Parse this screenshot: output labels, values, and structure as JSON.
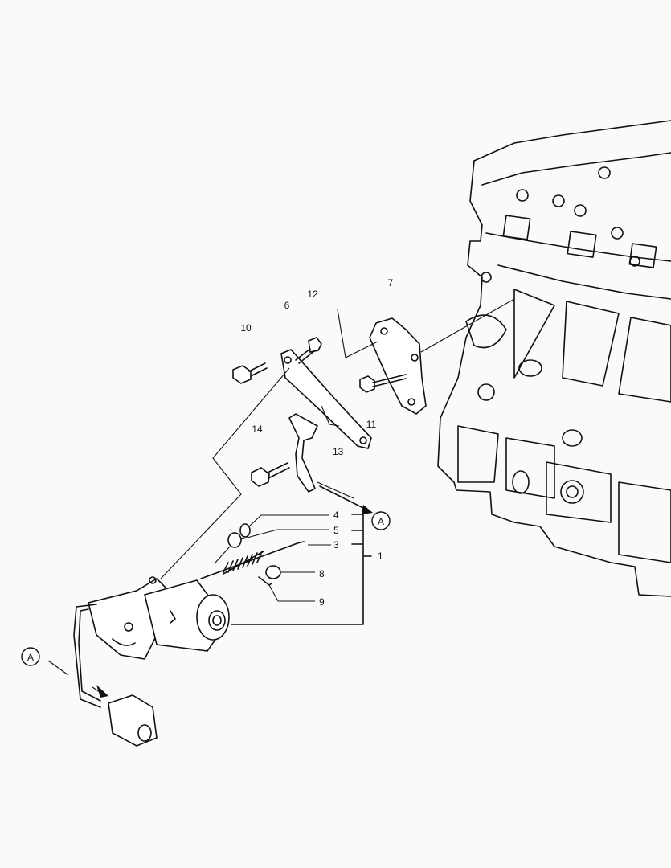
{
  "diagram": {
    "callouts": {
      "c1": "1",
      "c3": "3",
      "c4": "4",
      "c5": "5",
      "c6": "6",
      "c7": "7",
      "c8": "8",
      "c9": "9",
      "c10": "10",
      "c11": "11",
      "c12": "12",
      "c13": "13",
      "c14": "14"
    },
    "references": {
      "a_upper": "A",
      "a_lower": "A"
    }
  }
}
